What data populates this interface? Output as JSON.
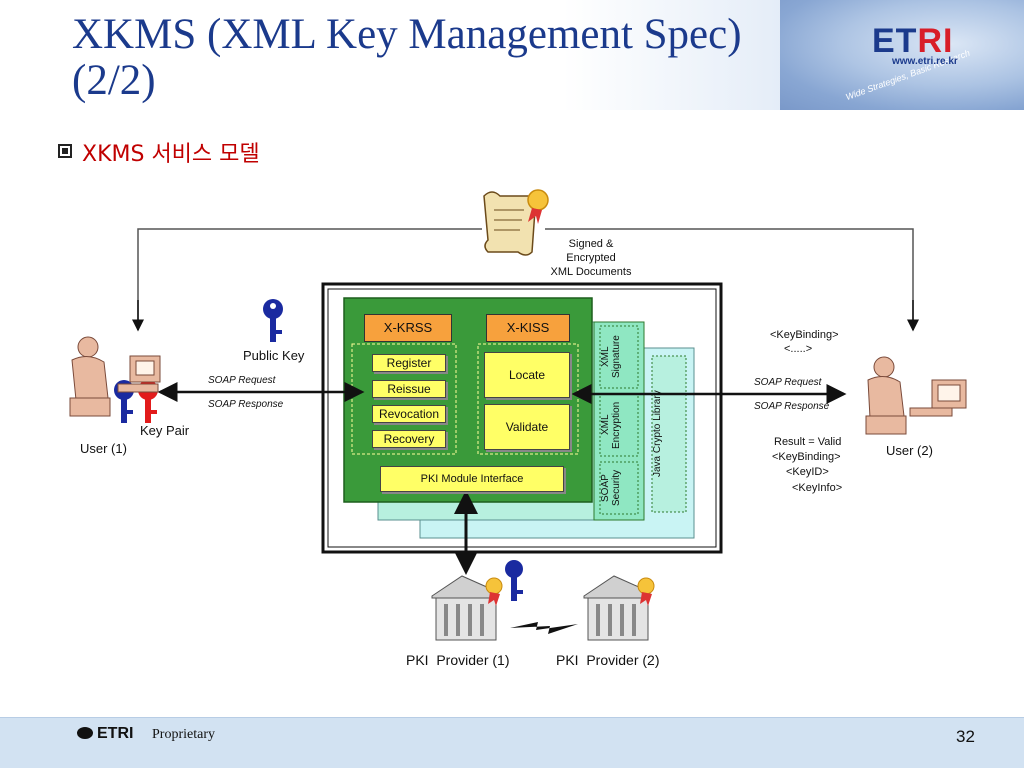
{
  "header": {
    "title": "XKMS (XML Key Management Spec)\n(2/2)",
    "logo": "ETRI",
    "url": "www.etri.re.kr",
    "banner_text": "Wide Strategies, Basic Research"
  },
  "bullet": {
    "text": "XKMS 서비스 모델"
  },
  "diagram": {
    "document": {
      "label_1": "Signed &",
      "label_2": "Encrypted",
      "label_3": "XML Documents"
    },
    "public_key": "Public Key",
    "key_pair": "Key Pair",
    "user_1": "User (1)",
    "user_2": "User (2)",
    "left_soap_request": "SOAP Request",
    "left_soap_response": "SOAP Response",
    "right_soap_request": "SOAP Request",
    "right_soap_response": "SOAP Response",
    "keybinding_top_1": "<KeyBinding>",
    "keybinding_top_2": "<.....>",
    "result_1": "Result = Valid",
    "result_2": "<KeyBinding>",
    "result_3": "<KeyID>",
    "result_4": "<KeyInfo>",
    "xkrss": {
      "title": "X-KRSS",
      "items": [
        "Register",
        "Reissue",
        "Revocation",
        "Recovery"
      ]
    },
    "xkiss": {
      "title": "X-KISS",
      "items": [
        "Locate",
        "Validate"
      ]
    },
    "pki_interface": "PKI Module Interface",
    "xml_signature": "XML Signature",
    "xml_encryption": "XML Encryption",
    "soap_security": "SOAP Security",
    "java_crypto": "Java Crypto Library",
    "pki_provider_1": "PKI  Provider (1)",
    "pki_provider_2": "PKI  Provider (2)"
  },
  "footer": {
    "logo": "ETRI",
    "proprietary": "Proprietary",
    "page": "32"
  },
  "colors": {
    "title": "#1b3a8c",
    "subtitle": "#c00000",
    "green_panel": "#3a9a3a",
    "orange": "#f7a13d",
    "yellow": "#ffff66",
    "footer": "#d2e2f2"
  }
}
